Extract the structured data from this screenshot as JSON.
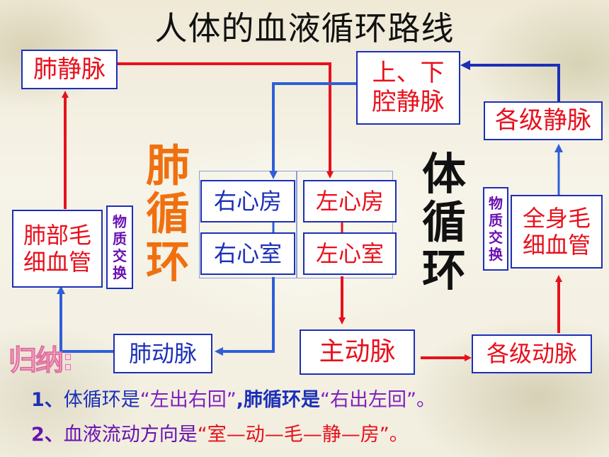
{
  "title": "人体的血液循环路线",
  "boxes": {
    "pulmonary_vein": "肺静脉",
    "vena_cava_line1": "上、下",
    "vena_cava_line2": "腔静脉",
    "veins_all": "各级静脉",
    "right_atrium": "右心房",
    "left_atrium": "左心房",
    "right_ventricle": "右心室",
    "left_ventricle": "左心室",
    "lung_capillary_line1": "肺部毛",
    "lung_capillary_line2": "细血管",
    "body_capillary_line1": "全身毛",
    "body_capillary_line2": "细血管",
    "pulmonary_artery": "肺动脉",
    "aorta": "主动脉",
    "arteries_all": "各级动脉"
  },
  "exchange_left": [
    "物",
    "质",
    "交",
    "换"
  ],
  "exchange_right": [
    "物",
    "质",
    "交",
    "换"
  ],
  "pulmonary_circulation_label": [
    "肺",
    "循",
    "环"
  ],
  "systemic_circulation_label": [
    "体",
    "循",
    "环"
  ],
  "summary_heading": "归纳:",
  "summary": {
    "line1_num": "1、",
    "line1_a": "体循环是",
    "line1_b": "“左出右回”",
    "line1_c": ",肺循环是",
    "line1_d": "“右出左回”",
    "line1_e": "。",
    "line2_num": "2、",
    "line2_a": "血液流动方向是",
    "line2_b": "“室—动—毛—静—房”",
    "line2_c": "。"
  },
  "colors": {
    "box_border": "#1c2fb8",
    "arterial_red": "#e8101c",
    "venous_blue": "#2f5fd8",
    "exchange_purple": "#6a12b0",
    "pulmonary_orange": "#f07010"
  }
}
